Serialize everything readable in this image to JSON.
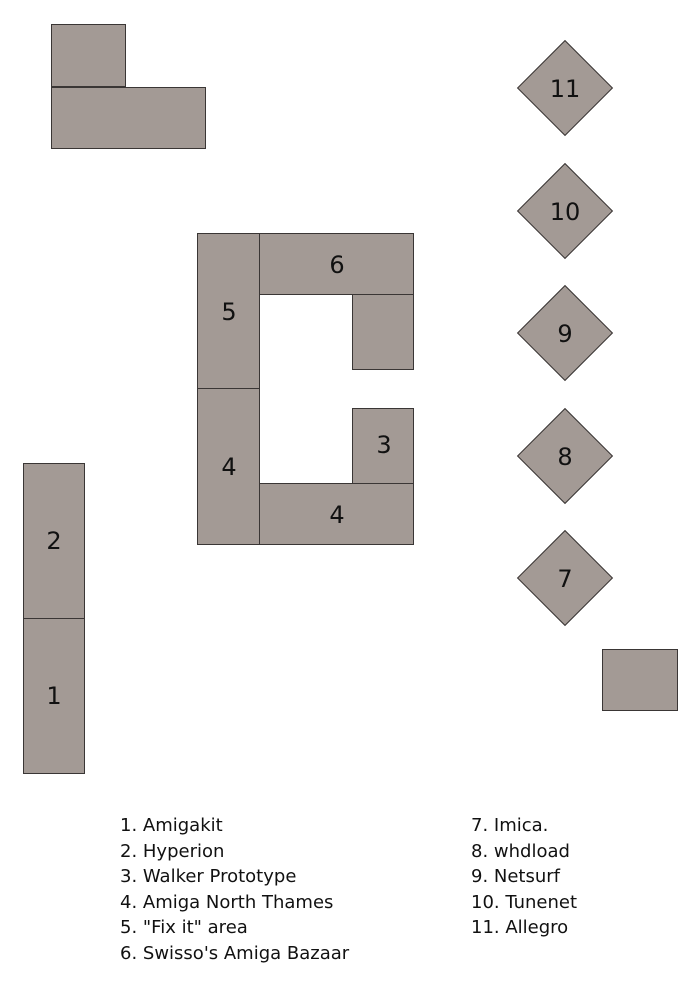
{
  "stalls": [
    {
      "number": "1",
      "name": "Amigakit"
    },
    {
      "number": "2",
      "name": "Hyperion"
    },
    {
      "number": "3",
      "name": "Walker Prototype"
    },
    {
      "number": "4",
      "name": "Amiga North Thames"
    },
    {
      "number": "5",
      "name": "\"Fix it\" area"
    },
    {
      "number": "6",
      "name": "Swisso's Amiga Bazaar"
    },
    {
      "number": "7",
      "name": "Imica."
    },
    {
      "number": "8",
      "name": "whdload"
    },
    {
      "number": "9",
      "name": "Netsurf"
    },
    {
      "number": "10",
      "name": "Tunenet"
    },
    {
      "number": "11",
      "name": "Allegro"
    }
  ],
  "legend": {
    "left": [
      "1. Amigakit",
      "2. Hyperion",
      "3. Walker Prototype",
      "4. Amiga North Thames",
      "5. \"Fix it\" area",
      "6. Swisso's Amiga Bazaar"
    ],
    "right": [
      "7. Imica.",
      "8. whdload",
      "9. Netsurf",
      "10. Tunenet",
      "11. Allegro"
    ]
  },
  "colors": {
    "block_fill": "#a39a95",
    "block_stroke": "#3a3635",
    "text": "#111111",
    "background": "#ffffff"
  }
}
